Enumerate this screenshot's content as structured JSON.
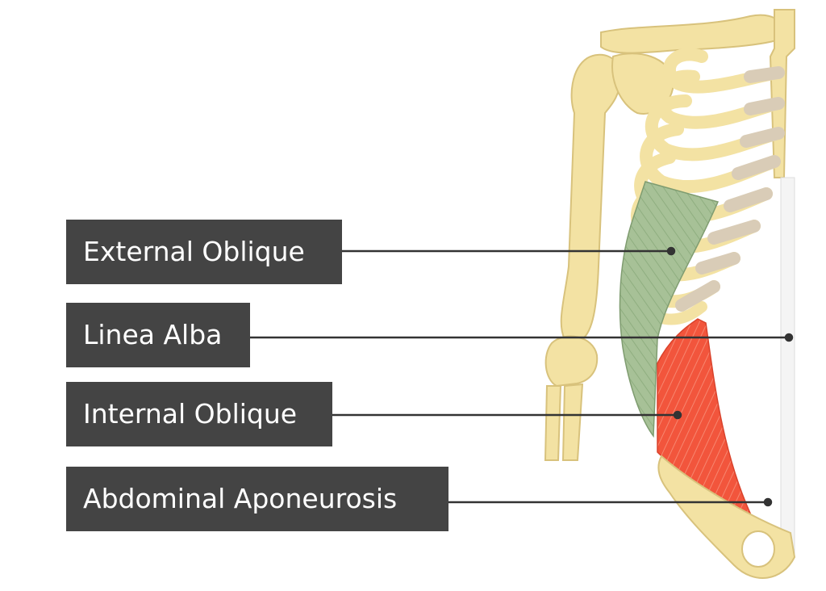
{
  "labels": [
    {
      "id": "external-oblique",
      "text": "External Oblique"
    },
    {
      "id": "linea-alba",
      "text": "Linea Alba"
    },
    {
      "id": "internal-oblique",
      "text": "Internal Oblique"
    },
    {
      "id": "abdominal-aponeurosis",
      "text": "Abdominal Aponeurosis"
    }
  ],
  "colors": {
    "bone": "#f3e2a3",
    "bone_shadow": "#d8c27c",
    "cartilage": "#d9ccb7",
    "external_oblique": "#a9c29a",
    "internal_oblique": "#f2533a",
    "aponeurosis": "#f4f4f4",
    "label_bg": "#444444",
    "leader_line": "#333333"
  }
}
